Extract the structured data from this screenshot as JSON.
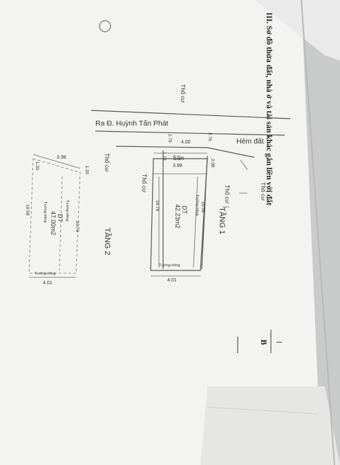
{
  "heading": "III. Sơ đồ thửa đất, nhà ở và tài sản khác gắn liền với đất",
  "section_marker": "B",
  "plan_floor1": {
    "title": "TẦNG 1",
    "road_label": "Ra Đ. Huỳnh Tấn Phát",
    "alley_label": "Hẻm đất",
    "yard_label": "Sân",
    "neighbor_top": "Thổ cư",
    "neighbor_left": "Thổ cư",
    "neighbor_below_road": "Thổ cư",
    "neighbor_right": "Thổ cư",
    "neighbor_right2": "Thổ cư",
    "area_caption": "DT",
    "area_value": "42.23m2",
    "party_wall": "Tường riêng",
    "party_wall_side": "Tường riêng",
    "dim_top": "4.00",
    "dim_yard": "3.98",
    "dim_bottom": "4.01",
    "dim_left_outer": "2.76",
    "dim_left_inner": "1.78",
    "dim_right_inner": "2.08",
    "dim_length": "10.58",
    "dim_length2": "10.76",
    "dim_far_left": "2.79"
  },
  "plan_floor2": {
    "title": "TẦNG 2",
    "area_caption": "DT",
    "area_value": "47.00m2",
    "party_wall": "Tường riêng",
    "party_wall_side": "Tường riêng",
    "party_wall_top": "Tường riêng",
    "dim_top": "3.98",
    "dim_bottom": "4.01",
    "dim_left": "1.20",
    "dim_right": "1.20",
    "dim_length": "10.76",
    "dim_length2": "10.58"
  }
}
